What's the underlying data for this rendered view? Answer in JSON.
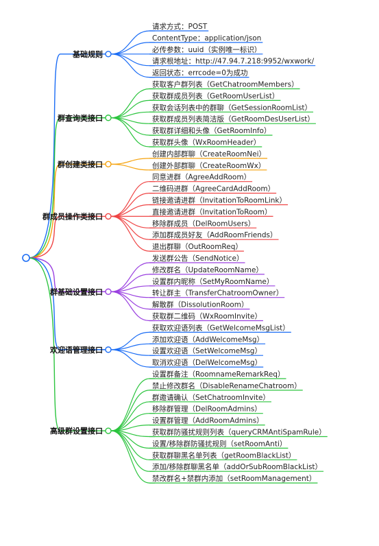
{
  "branches": [
    {
      "label": "基础规则",
      "color": "#1a6cf5",
      "items": [
        "请求方式：POST",
        "ContentType：application/json",
        "必传参数：uuid（实例唯一标识）",
        "请求根地址：http://47.94.7.218:9952/wxwork/",
        "返回状态：errcode=0为成功"
      ]
    },
    {
      "label": "群查询类接口",
      "color": "#2bc43e",
      "items": [
        "获取客户群列表（GetChatroomMembers）",
        "获取群成员列表（GetRoomUserList）",
        "获取会话列表中的群聊（GetSessionRoomList）",
        "获取群成员列表简洁版（GetRoomDesUserList）",
        "获取群详细和头像（GetRoomInfo）",
        "获取群头像（WxRoomHeader）"
      ]
    },
    {
      "label": "群创建类接口",
      "color": "#f5a20c",
      "items": [
        "创建内部群聊（CreateRoomNei）",
        "创建外部群聊（CreateRoomWx）"
      ]
    },
    {
      "label": "群成员操作类接口",
      "color": "#ef4444",
      "items": [
        "同意进群（AgreeAddRoom）",
        "二维码进群（AgreeCardAddRoom）",
        "链接邀请进群（InvitationToRoomLink）",
        "直接邀请进群（InvitationToRoom）",
        "移除群成员（DelRoomUsers）",
        "添加群成员好友（AddRoomFriends）",
        "退出群聊（OutRoomReq）"
      ]
    },
    {
      "label": "群基础设置接口",
      "color": "#9a40e0",
      "items": [
        "发送群公告（SendNotice）",
        "修改群名（UpdateRoomName）",
        "设置群内昵称（SetMyRoomName）",
        "转让群主（TransferChatroomOwner）",
        "解散群（DissolutionRoom）",
        "获取群二维码（WxRoomInvite）"
      ]
    },
    {
      "label": "欢迎语管理接口",
      "color": "#1a6cf5",
      "items": [
        "获取欢迎语列表（GetWelcomeMsgList）",
        "添加欢迎语（AddWelcomeMsg）",
        "设置欢迎语（SetWelcomeMsg）",
        "取消欢迎语（DelWelcomeMsg）"
      ]
    },
    {
      "label": "高级群设置接口",
      "color": "#2bc43e",
      "items": [
        "设置群备注（RoomnameRemarkReq）",
        "禁止修改群名（DisableRenameChatroom）",
        "群邀请确认（SetChatroomInvite）",
        "移除群管理（DelRoomAdmins）",
        "设置群管理（AddRoomAdmins）",
        "获取群防骚扰规则列表（queryCRMAntiSpamRule）",
        "设置/移除群防骚扰规则（setRoomAnti）",
        "获取群聊黑名单列表（getRoomBlackList）",
        "添加/移除群聊黑名单（addOrSubRoomBlackList）",
        "禁改群名+禁群内添加（setRoomManagement）"
      ]
    }
  ]
}
